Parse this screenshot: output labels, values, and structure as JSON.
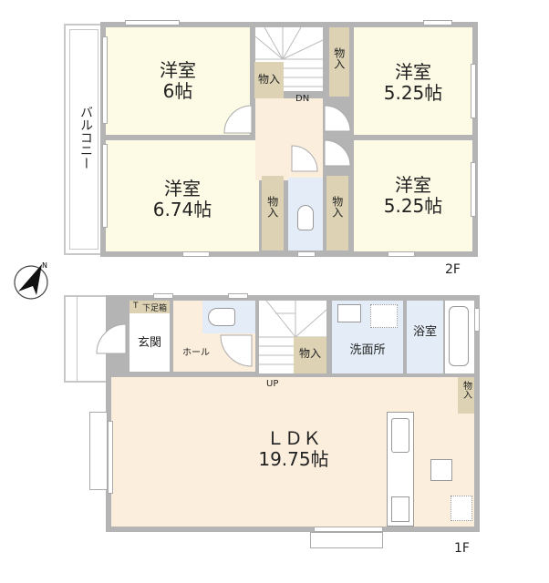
{
  "floor2": {
    "label": "2F",
    "balcony": "バルコニー",
    "rooms": [
      {
        "name": "洋室",
        "size": "6帖"
      },
      {
        "name": "洋室",
        "size": "5.25帖"
      },
      {
        "name": "洋室",
        "size": "6.74帖"
      },
      {
        "name": "洋室",
        "size": "5.25帖"
      }
    ],
    "closets": [
      "物入",
      "物入",
      "物入",
      "物入"
    ],
    "stairs_label": "DN"
  },
  "floor1": {
    "label": "1F",
    "entrance": "玄関",
    "shoe_box": "下足箱",
    "t_mark": "T",
    "hall": "ホール",
    "closet_stair": "物入",
    "closet_ldk": "物入",
    "washroom": "洗面所",
    "bathroom": "浴室",
    "ldk_name": "ＬＤＫ",
    "ldk_size": "19.75帖",
    "stairs_label": "UP"
  },
  "compass": {
    "label": "N"
  },
  "colors": {
    "wall": "#b4b4b4",
    "bedroom": "#fdfbe6",
    "ldk": "#fbeedd",
    "wet_area": "#e4edf7",
    "closet": "#ddd3b4"
  }
}
